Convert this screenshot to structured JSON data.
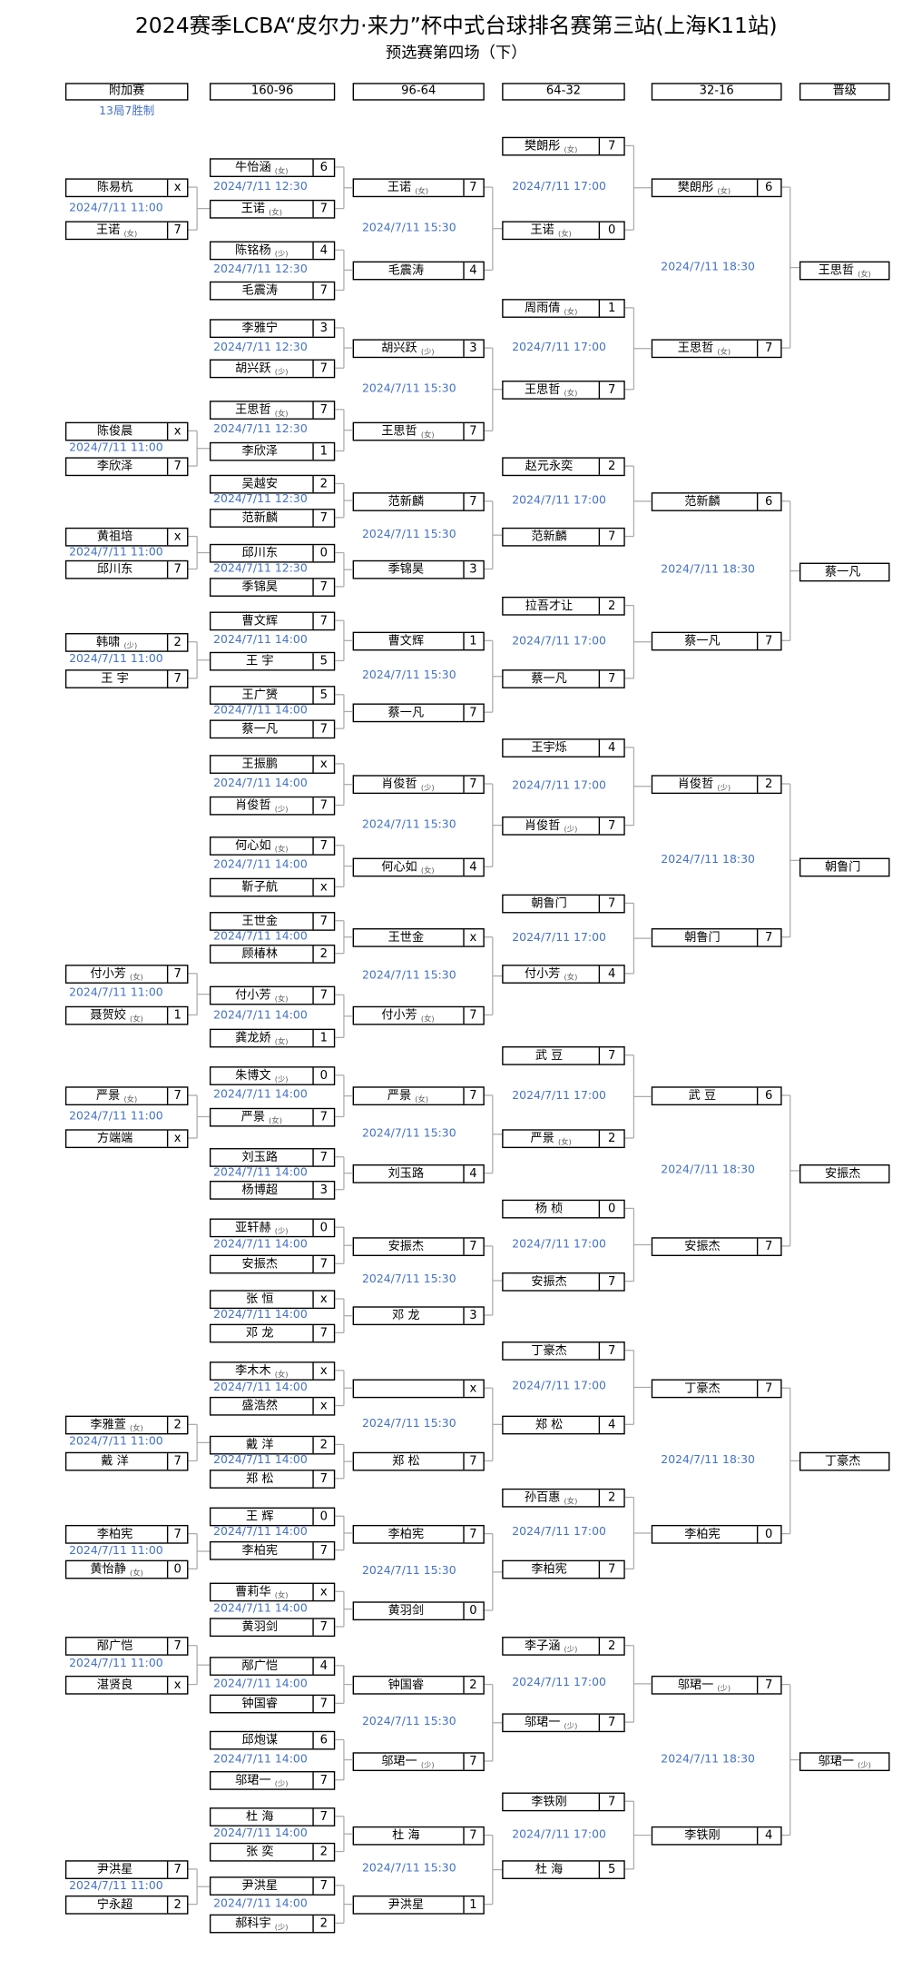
{
  "title": "2024赛季LCBA“皮尔力·来力”杯中式台球排名赛第三站(上海K11站)",
  "subtitle": "预选赛第四场（下）",
  "headers": [
    "附加赛",
    "160-96",
    "96-64",
    "64-32",
    "32-16",
    "晋级"
  ],
  "format_note": "13局7胜制",
  "colors": {
    "date": "#4472c4",
    "line": "#aaaaaa",
    "border": "#000000"
  },
  "rounds": {
    "extra": [
      {
        "time": "2024/7/11 11:00",
        "players": [
          {
            "name": "陈易杭",
            "tag": "",
            "score": "x"
          },
          {
            "name": "王诺",
            "tag": "(女)",
            "score": "7"
          }
        ]
      },
      {
        "time": "2024/7/11 11:00",
        "players": [
          {
            "name": "陈俊晨",
            "tag": "",
            "score": "x"
          },
          {
            "name": "李欣泽",
            "tag": "",
            "score": "7"
          }
        ]
      },
      {
        "time": "2024/7/11 11:00",
        "players": [
          {
            "name": "黄祖培",
            "tag": "",
            "score": "x"
          },
          {
            "name": "邱川东",
            "tag": "",
            "score": "7"
          }
        ]
      },
      {
        "time": "2024/7/11 11:00",
        "players": [
          {
            "name": "韩啸",
            "tag": "(少)",
            "score": "2"
          },
          {
            "name": "王 宇",
            "tag": "",
            "score": "7"
          }
        ]
      },
      {
        "time": "2024/7/11 11:00",
        "players": [
          {
            "name": "付小芳",
            "tag": "(女)",
            "score": "7"
          },
          {
            "name": "聂贺姣",
            "tag": "(女)",
            "score": "1"
          }
        ]
      },
      {
        "time": "2024/7/11 11:00",
        "players": [
          {
            "name": "严景",
            "tag": "(女)",
            "score": "7"
          },
          {
            "name": "方端端",
            "tag": "",
            "score": "x"
          }
        ]
      },
      {
        "time": "2024/7/11 11:00",
        "players": [
          {
            "name": "李雅萱",
            "tag": "(女)",
            "score": "2"
          },
          {
            "name": "戴 洋",
            "tag": "",
            "score": "7"
          }
        ]
      },
      {
        "time": "2024/7/11 11:00",
        "players": [
          {
            "name": "李柏宪",
            "tag": "",
            "score": "7"
          },
          {
            "name": "黄怡静",
            "tag": "(女)",
            "score": "0"
          }
        ]
      },
      {
        "time": "2024/7/11 11:00",
        "players": [
          {
            "name": "邴广恺",
            "tag": "",
            "score": "7"
          },
          {
            "name": "湛贤良",
            "tag": "",
            "score": "x"
          }
        ]
      },
      {
        "time": "2024/7/11 11:00",
        "players": [
          {
            "name": "尹洪星",
            "tag": "",
            "score": "7"
          },
          {
            "name": "宁永超",
            "tag": "",
            "score": "2"
          }
        ]
      }
    ],
    "r160": [
      {
        "time": "2024/7/11 12:30",
        "players": [
          {
            "name": "牛怡涵",
            "tag": "(女)",
            "score": "6"
          },
          {
            "name": "王诺",
            "tag": "(女)",
            "score": "7"
          }
        ]
      },
      {
        "time": "2024/7/11 12:30",
        "players": [
          {
            "name": "陈铭杨",
            "tag": "(少)",
            "score": "4"
          },
          {
            "name": "毛震涛",
            "tag": "",
            "score": "7"
          }
        ]
      },
      {
        "time": "2024/7/11 12:30",
        "players": [
          {
            "name": "李雅宁",
            "tag": "",
            "score": "3"
          },
          {
            "name": "胡兴跃",
            "tag": "(少)",
            "score": "7"
          }
        ]
      },
      {
        "time": "2024/7/11 12:30",
        "players": [
          {
            "name": "王思哲",
            "tag": "(女)",
            "score": "7"
          },
          {
            "name": "李欣泽",
            "tag": "",
            "score": "1"
          }
        ]
      },
      {
        "time": "2024/7/11 12:30",
        "players": [
          {
            "name": "吴越安",
            "tag": "",
            "score": "2"
          },
          {
            "name": "范新麟",
            "tag": "",
            "score": "7"
          }
        ]
      },
      {
        "time": "2024/7/11 12:30",
        "players": [
          {
            "name": "邱川东",
            "tag": "",
            "score": "0"
          },
          {
            "name": "季锦昊",
            "tag": "",
            "score": "7"
          }
        ]
      },
      {
        "time": "2024/7/11 14:00",
        "players": [
          {
            "name": "曹文辉",
            "tag": "",
            "score": "7"
          },
          {
            "name": "王 宇",
            "tag": "",
            "score": "5"
          }
        ]
      },
      {
        "time": "2024/7/11 14:00",
        "players": [
          {
            "name": "王广赟",
            "tag": "",
            "score": "5"
          },
          {
            "name": "蔡一凡",
            "tag": "",
            "score": "7"
          }
        ]
      },
      {
        "time": "2024/7/11 14:00",
        "players": [
          {
            "name": "王振鹏",
            "tag": "",
            "score": "x"
          },
          {
            "name": "肖俊哲",
            "tag": "(少)",
            "score": "7"
          }
        ]
      },
      {
        "time": "2024/7/11 14:00",
        "players": [
          {
            "name": "何心如",
            "tag": "(女)",
            "score": "7"
          },
          {
            "name": "靳子航",
            "tag": "",
            "score": "x"
          }
        ]
      },
      {
        "time": "2024/7/11 14:00",
        "players": [
          {
            "name": "王世金",
            "tag": "",
            "score": "7"
          },
          {
            "name": "顾椿林",
            "tag": "",
            "score": "2"
          }
        ]
      },
      {
        "time": "2024/7/11 14:00",
        "players": [
          {
            "name": "付小芳",
            "tag": "(女)",
            "score": "7"
          },
          {
            "name": "龚龙娇",
            "tag": "(女)",
            "score": "1"
          }
        ]
      },
      {
        "time": "2024/7/11 14:00",
        "players": [
          {
            "name": "朱博文",
            "tag": "(少)",
            "score": "0"
          },
          {
            "name": "严景",
            "tag": "(女)",
            "score": "7"
          }
        ]
      },
      {
        "time": "2024/7/11 14:00",
        "players": [
          {
            "name": "刘玉路",
            "tag": "",
            "score": "7"
          },
          {
            "name": "杨博超",
            "tag": "",
            "score": "3"
          }
        ]
      },
      {
        "time": "2024/7/11 14:00",
        "players": [
          {
            "name": "亚轩赫",
            "tag": "(少)",
            "score": "0"
          },
          {
            "name": "安振杰",
            "tag": "",
            "score": "7"
          }
        ]
      },
      {
        "time": "2024/7/11 14:00",
        "players": [
          {
            "name": "张 恒",
            "tag": "",
            "score": "x"
          },
          {
            "name": "邓 龙",
            "tag": "",
            "score": "7"
          }
        ]
      },
      {
        "time": "2024/7/11 14:00",
        "players": [
          {
            "name": "李木木",
            "tag": "(女)",
            "score": "x"
          },
          {
            "name": "盛浩然",
            "tag": "",
            "score": "x"
          }
        ]
      },
      {
        "time": "2024/7/11 14:00",
        "players": [
          {
            "name": "戴 洋",
            "tag": "",
            "score": "2"
          },
          {
            "name": "郑 松",
            "tag": "",
            "score": "7"
          }
        ]
      },
      {
        "time": "2024/7/11 14:00",
        "players": [
          {
            "name": "王 辉",
            "tag": "",
            "score": "0"
          },
          {
            "name": "李柏宪",
            "tag": "",
            "score": "7"
          }
        ]
      },
      {
        "time": "2024/7/11 14:00",
        "players": [
          {
            "name": "曹莉华",
            "tag": "(女)",
            "score": "x"
          },
          {
            "name": "黄羽剑",
            "tag": "",
            "score": "7"
          }
        ]
      },
      {
        "time": "2024/7/11 14:00",
        "players": [
          {
            "name": "邴广恺",
            "tag": "",
            "score": "4"
          },
          {
            "name": "钟国睿",
            "tag": "",
            "score": "7"
          }
        ]
      },
      {
        "time": "2024/7/11 14:00",
        "players": [
          {
            "name": "邱炮谋",
            "tag": "",
            "score": "6"
          },
          {
            "name": "邬珺一",
            "tag": "(少)",
            "score": "7"
          }
        ]
      },
      {
        "time": "2024/7/11 14:00",
        "players": [
          {
            "name": "杜 海",
            "tag": "",
            "score": "7"
          },
          {
            "name": "张 奕",
            "tag": "",
            "score": "2"
          }
        ]
      },
      {
        "time": "2024/7/11 14:00",
        "players": [
          {
            "name": "尹洪星",
            "tag": "",
            "score": "7"
          },
          {
            "name": "郝科宇",
            "tag": "(少)",
            "score": "2"
          }
        ]
      }
    ],
    "r96": [
      {
        "time": "2024/7/11 15:30",
        "players": [
          {
            "name": "王诺",
            "tag": "(女)",
            "score": "7"
          },
          {
            "name": "毛震涛",
            "tag": "",
            "score": "4"
          }
        ]
      },
      {
        "time": "2024/7/11 15:30",
        "players": [
          {
            "name": "胡兴跃",
            "tag": "(少)",
            "score": "3"
          },
          {
            "name": "王思哲",
            "tag": "(女)",
            "score": "7"
          }
        ]
      },
      {
        "time": "2024/7/11 15:30",
        "players": [
          {
            "name": "范新麟",
            "tag": "",
            "score": "7"
          },
          {
            "name": "季锦昊",
            "tag": "",
            "score": "3"
          }
        ]
      },
      {
        "time": "2024/7/11 15:30",
        "players": [
          {
            "name": "曹文辉",
            "tag": "",
            "score": "1"
          },
          {
            "name": "蔡一凡",
            "tag": "",
            "score": "7"
          }
        ]
      },
      {
        "time": "2024/7/11 15:30",
        "players": [
          {
            "name": "肖俊哲",
            "tag": "(少)",
            "score": "7"
          },
          {
            "name": "何心如",
            "tag": "(女)",
            "score": "4"
          }
        ]
      },
      {
        "time": "2024/7/11 15:30",
        "players": [
          {
            "name": "王世金",
            "tag": "",
            "score": "x"
          },
          {
            "name": "付小芳",
            "tag": "(女)",
            "score": "7"
          }
        ]
      },
      {
        "time": "2024/7/11 15:30",
        "players": [
          {
            "name": "严景",
            "tag": "(女)",
            "score": "7"
          },
          {
            "name": "刘玉路",
            "tag": "",
            "score": "4"
          }
        ]
      },
      {
        "time": "2024/7/11 15:30",
        "players": [
          {
            "name": "安振杰",
            "tag": "",
            "score": "7"
          },
          {
            "name": "邓 龙",
            "tag": "",
            "score": "3"
          }
        ]
      },
      {
        "time": "2024/7/11 15:30",
        "players": [
          {
            "name": "",
            "tag": "",
            "score": "x"
          },
          {
            "name": "郑 松",
            "tag": "",
            "score": "7"
          }
        ]
      },
      {
        "time": "2024/7/11 15:30",
        "players": [
          {
            "name": "李柏宪",
            "tag": "",
            "score": "7"
          },
          {
            "name": "黄羽剑",
            "tag": "",
            "score": "0"
          }
        ]
      },
      {
        "time": "2024/7/11 15:30",
        "players": [
          {
            "name": "钟国睿",
            "tag": "",
            "score": "2"
          },
          {
            "name": "邬珺一",
            "tag": "(少)",
            "score": "7"
          }
        ]
      },
      {
        "time": "2024/7/11 15:30",
        "players": [
          {
            "name": "杜 海",
            "tag": "",
            "score": "7"
          },
          {
            "name": "尹洪星",
            "tag": "",
            "score": "1"
          }
        ]
      }
    ],
    "r64": [
      {
        "time": "2024/7/11 17:00",
        "players": [
          {
            "name": "樊朗彤",
            "tag": "(女)",
            "score": "7"
          },
          {
            "name": "王诺",
            "tag": "(女)",
            "score": "0"
          }
        ]
      },
      {
        "time": "2024/7/11 17:00",
        "players": [
          {
            "name": "周雨倩",
            "tag": "(女)",
            "score": "1"
          },
          {
            "name": "王思哲",
            "tag": "(女)",
            "score": "7"
          }
        ]
      },
      {
        "time": "2024/7/11 17:00",
        "players": [
          {
            "name": "赵元永奕",
            "tag": "",
            "score": "2"
          },
          {
            "name": "范新麟",
            "tag": "",
            "score": "7"
          }
        ]
      },
      {
        "time": "2024/7/11 17:00",
        "players": [
          {
            "name": "拉吾才让",
            "tag": "",
            "score": "2"
          },
          {
            "name": "蔡一凡",
            "tag": "",
            "score": "7"
          }
        ]
      },
      {
        "time": "2024/7/11 17:00",
        "players": [
          {
            "name": "王宇烁",
            "tag": "",
            "score": "4"
          },
          {
            "name": "肖俊哲",
            "tag": "(少)",
            "score": "7"
          }
        ]
      },
      {
        "time": "2024/7/11 17:00",
        "players": [
          {
            "name": "朝鲁门",
            "tag": "",
            "score": "7"
          },
          {
            "name": "付小芳",
            "tag": "(女)",
            "score": "4"
          }
        ]
      },
      {
        "time": "2024/7/11 17:00",
        "players": [
          {
            "name": "武 豆",
            "tag": "",
            "score": "7"
          },
          {
            "name": "严景",
            "tag": "(女)",
            "score": "2"
          }
        ]
      },
      {
        "time": "2024/7/11 17:00",
        "players": [
          {
            "name": "杨 桢",
            "tag": "",
            "score": "0"
          },
          {
            "name": "安振杰",
            "tag": "",
            "score": "7"
          }
        ]
      },
      {
        "time": "2024/7/11 17:00",
        "players": [
          {
            "name": "丁豪杰",
            "tag": "",
            "score": "7"
          },
          {
            "name": "郑 松",
            "tag": "",
            "score": "4"
          }
        ]
      },
      {
        "time": "2024/7/11 17:00",
        "players": [
          {
            "name": "孙百惠",
            "tag": "(女)",
            "score": "2"
          },
          {
            "name": "李柏宪",
            "tag": "",
            "score": "7"
          }
        ]
      },
      {
        "time": "2024/7/11 17:00",
        "players": [
          {
            "name": "李子涵",
            "tag": "(少)",
            "score": "2"
          },
          {
            "name": "邬珺一",
            "tag": "(少)",
            "score": "7"
          }
        ]
      },
      {
        "time": "2024/7/11 17:00",
        "players": [
          {
            "name": "李铁刚",
            "tag": "",
            "score": "7"
          },
          {
            "name": "杜 海",
            "tag": "",
            "score": "5"
          }
        ]
      }
    ],
    "r32": [
      {
        "time": "2024/7/11 18:30",
        "players": [
          {
            "name": "樊朗彤",
            "tag": "(女)",
            "score": "6"
          },
          {
            "name": "王思哲",
            "tag": "(女)",
            "score": "7"
          }
        ]
      },
      {
        "time": "2024/7/11 18:30",
        "players": [
          {
            "name": "范新麟",
            "tag": "",
            "score": "6"
          },
          {
            "name": "蔡一凡",
            "tag": "",
            "score": "7"
          }
        ]
      },
      {
        "time": "2024/7/11 18:30",
        "players": [
          {
            "name": "肖俊哲",
            "tag": "(少)",
            "score": "2"
          },
          {
            "name": "朝鲁门",
            "tag": "",
            "score": "7"
          }
        ]
      },
      {
        "time": "2024/7/11 18:30",
        "players": [
          {
            "name": "武 豆",
            "tag": "",
            "score": "6"
          },
          {
            "name": "安振杰",
            "tag": "",
            "score": "7"
          }
        ]
      },
      {
        "time": "2024/7/11 18:30",
        "players": [
          {
            "name": "丁豪杰",
            "tag": "",
            "score": "7"
          },
          {
            "name": "李柏宪",
            "tag": "",
            "score": "0"
          }
        ]
      },
      {
        "time": "2024/7/11 18:30",
        "players": [
          {
            "name": "邬珺一",
            "tag": "(少)",
            "score": "7"
          },
          {
            "name": "李铁刚",
            "tag": "",
            "score": "4"
          }
        ]
      }
    ],
    "qualified": [
      {
        "name": "王思哲",
        "tag": "(女)"
      },
      {
        "name": "蔡一凡",
        "tag": ""
      },
      {
        "name": "朝鲁门",
        "tag": ""
      },
      {
        "name": "安振杰",
        "tag": ""
      },
      {
        "name": "丁豪杰",
        "tag": ""
      },
      {
        "name": "邬珺一",
        "tag": "(少)"
      }
    ]
  }
}
